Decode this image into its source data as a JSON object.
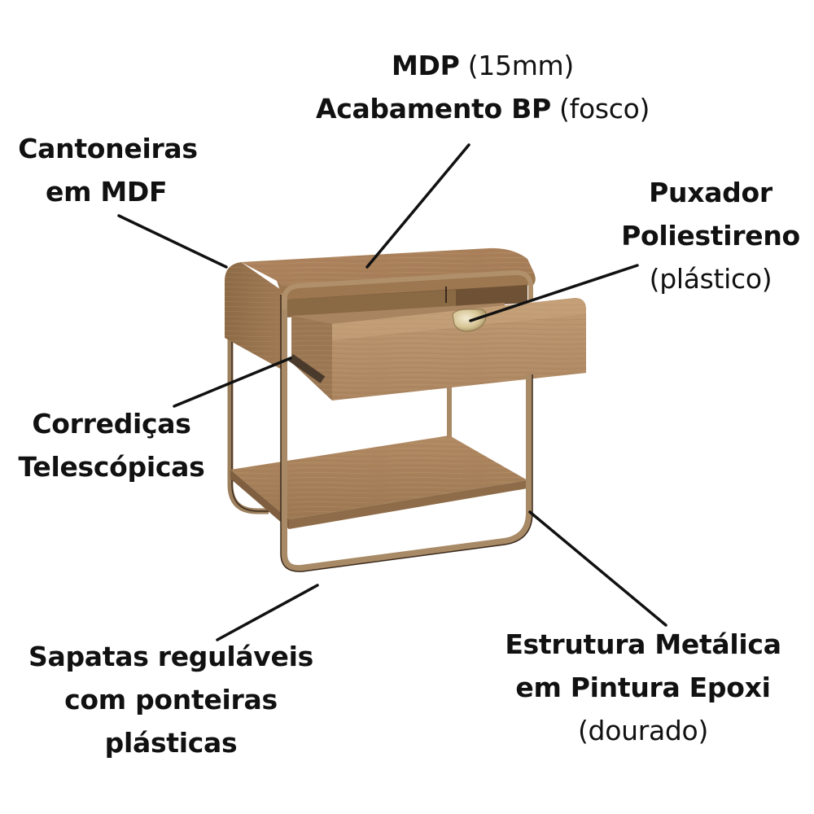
{
  "colors": {
    "background": "#ffffff",
    "text": "#111111",
    "leader_line": "#111111",
    "wood_light": "#b8926a",
    "wood_mid": "#a57f58",
    "wood_dark": "#8a6643",
    "metal_gold": "#a88a66",
    "metal_dark": "#3b2a1d",
    "handle_brass": "#d9cba2"
  },
  "product": {
    "name": "nightstand",
    "description": "Wooden bedside table with a drawer, lower shelf and gold metal frame"
  },
  "callouts": {
    "mdp": {
      "line1_bold": "MDP",
      "line1_light": " (15mm)",
      "line2_bold": "Acabamento BP",
      "line2_light": " (fosco)"
    },
    "cantoneiras": {
      "line1_bold": "Cantoneiras",
      "line2_bold": "em MDF"
    },
    "puxador": {
      "line1_bold": "Puxador",
      "line2_bold": "Poliestireno",
      "line3_light": "(plástico)"
    },
    "corredicas": {
      "line1_bold": "Corrediças",
      "line2_bold": "Telescópicas"
    },
    "sapatas": {
      "line1_bold": "Sapatas reguláveis",
      "line2_bold": "com ponteiras",
      "line3_bold": "plásticas"
    },
    "estrutura": {
      "line1_bold": "Estrutura Metálica",
      "line2_bold": "em Pintura Epoxi",
      "line3_light": "(dourado)"
    }
  }
}
